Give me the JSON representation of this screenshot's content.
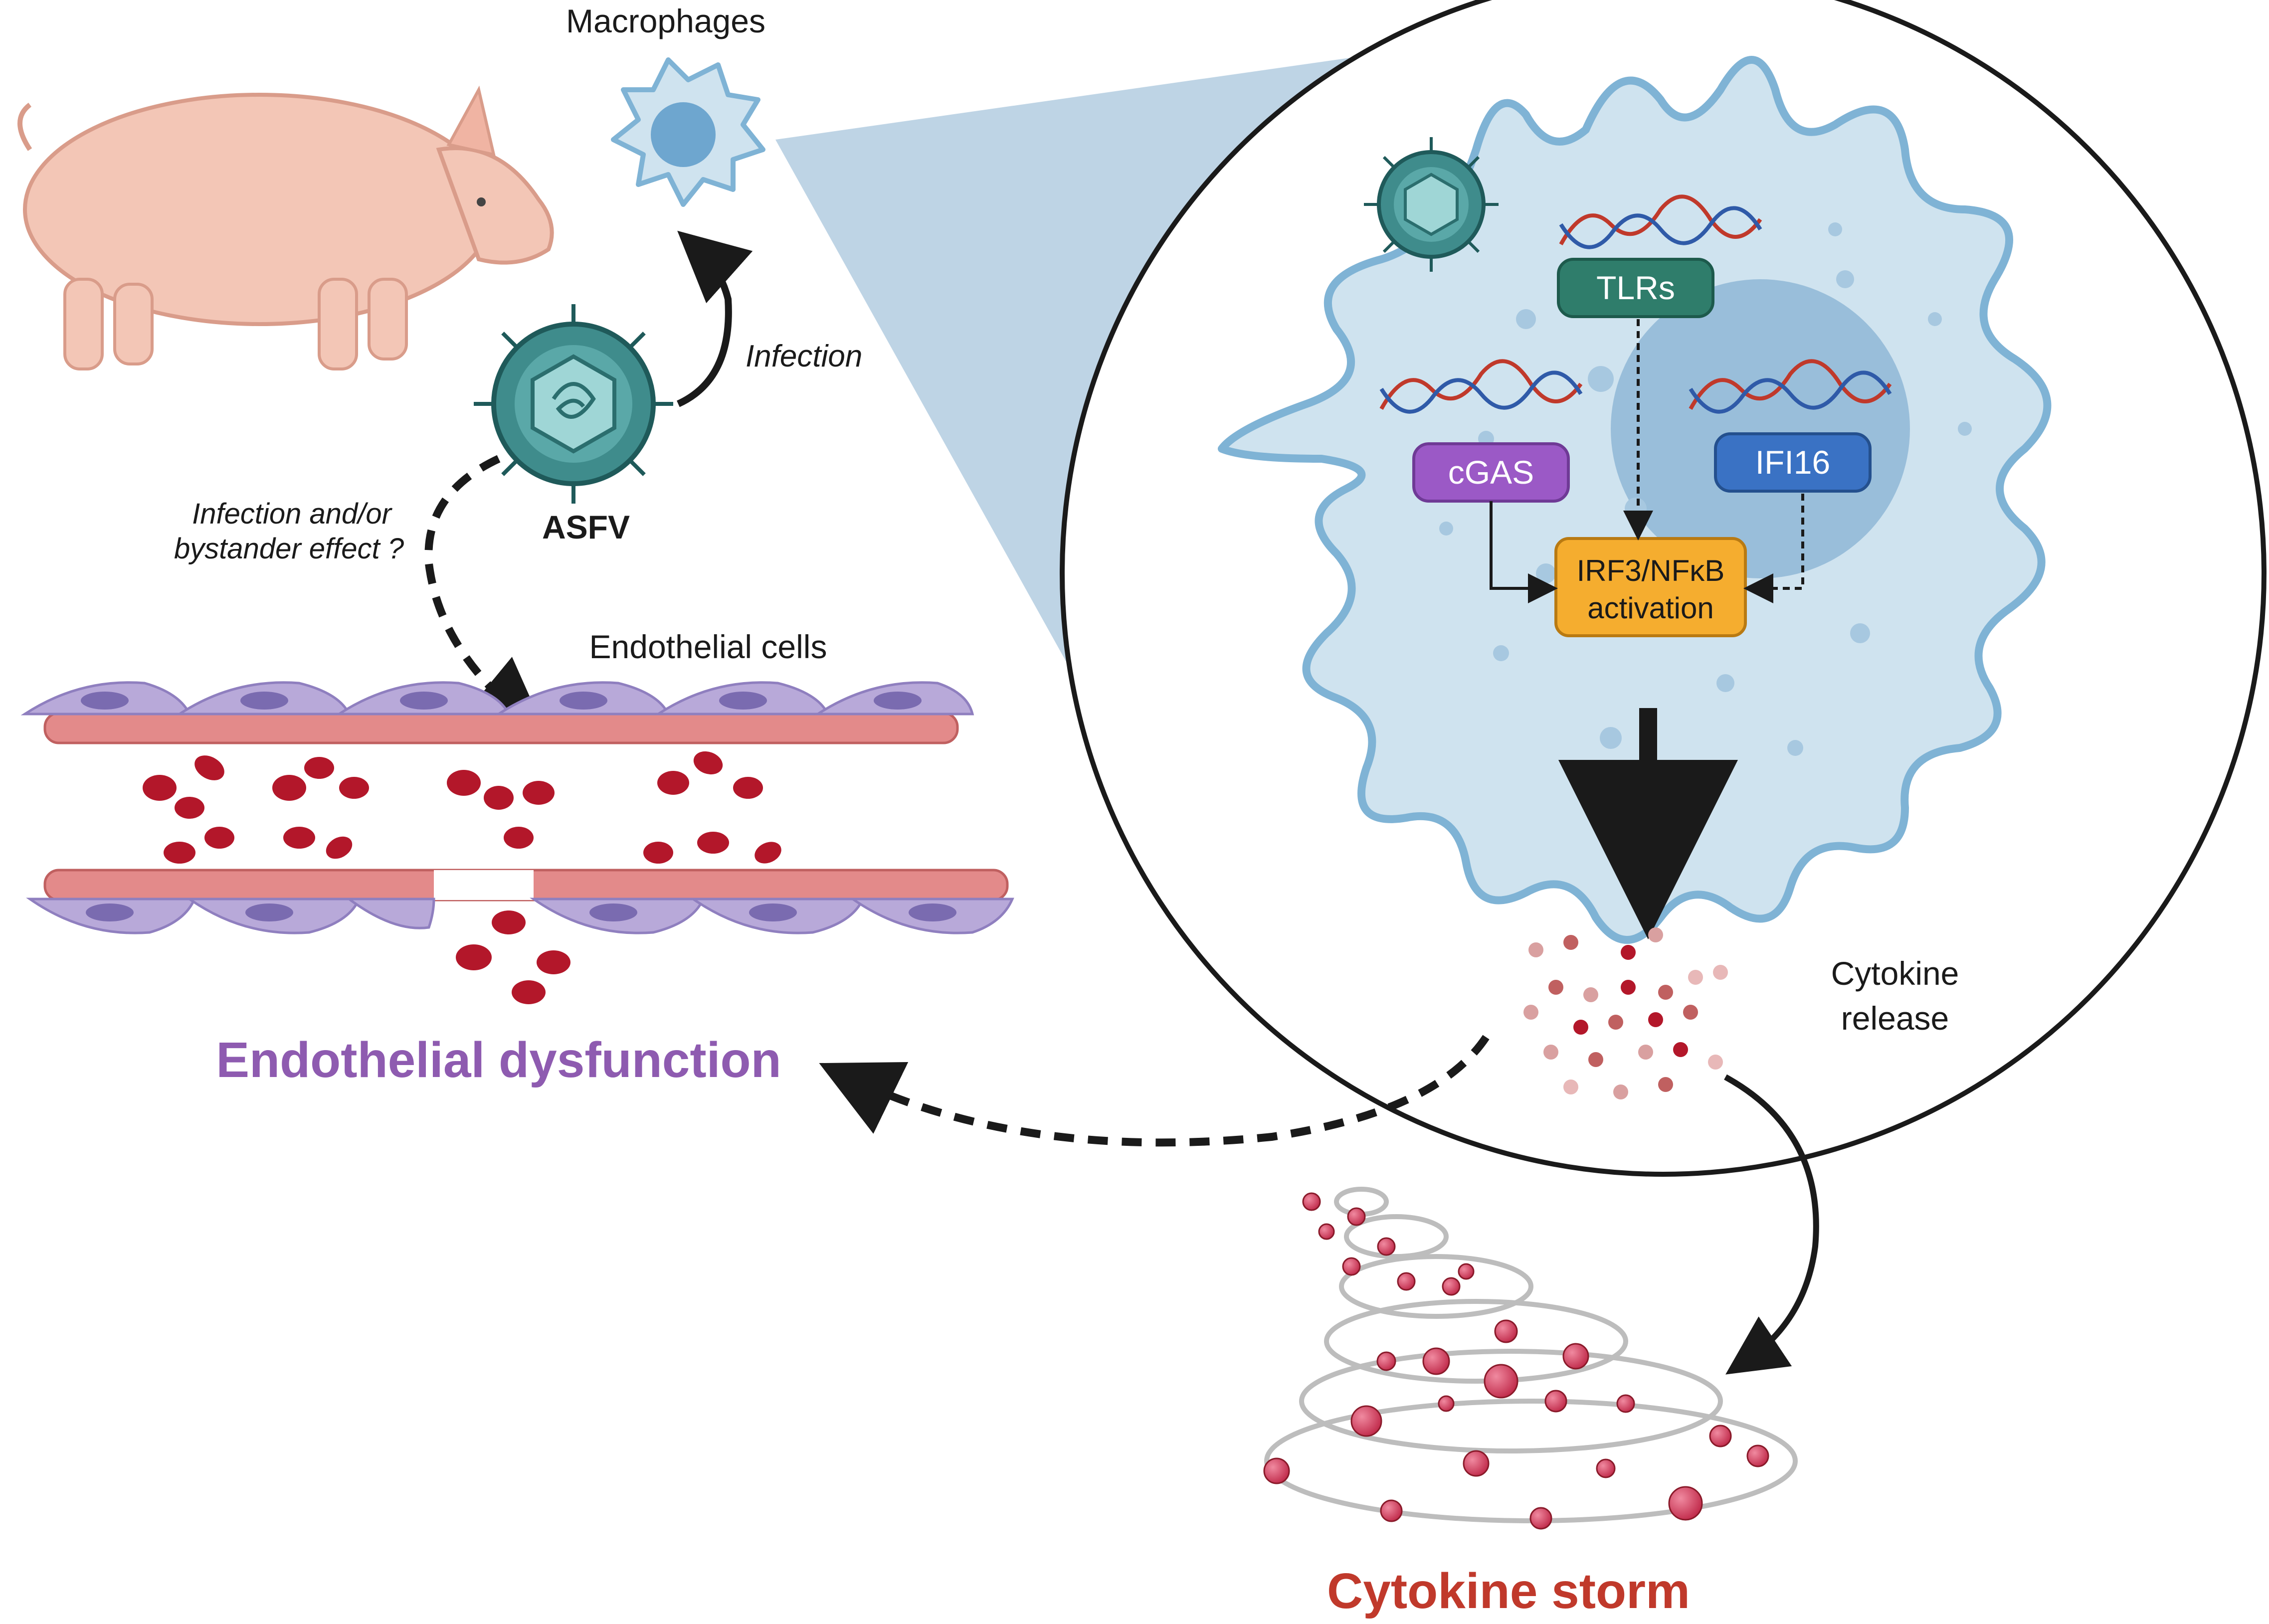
{
  "labels": {
    "macrophages": "Macrophages",
    "infection": "Infection",
    "asfv": "ASFV",
    "infection_bystander_line1": "Infection and/or",
    "infection_bystander_line2": "bystander effect ?",
    "endothelial_cells": "Endothelial cells",
    "endothelial_dysfunction": "Endothelial dysfunction",
    "cytokine_release_line1": "Cytokine",
    "cytokine_release_line2": "release",
    "cytokine_storm": "Cytokine storm"
  },
  "receptors": {
    "tlrs": "TLRs",
    "cgas": "cGAS",
    "ifi16": "IFI16",
    "irf3_line1": "IRF3/NFκB",
    "irf3_line2": "activation"
  },
  "colors": {
    "pig": "#f3c6b6",
    "macrophage": "#cfe3ef",
    "macrophage_edge": "#7fb3d5",
    "nucleus": "#6ea6cf",
    "virus": "#3f8c8c",
    "endothelial": "#b8a9d9",
    "smooth_muscle": "#e38a8a",
    "rbc": "#b3172a",
    "tlrs_box": "#2f7d6b",
    "cgas_box": "#9b59c6",
    "ifi16_box": "#3a72c4",
    "irf3_box": "#f5ad2f",
    "dysfunction_text": "#8e5bb0",
    "storm_text": "#c0392b"
  }
}
